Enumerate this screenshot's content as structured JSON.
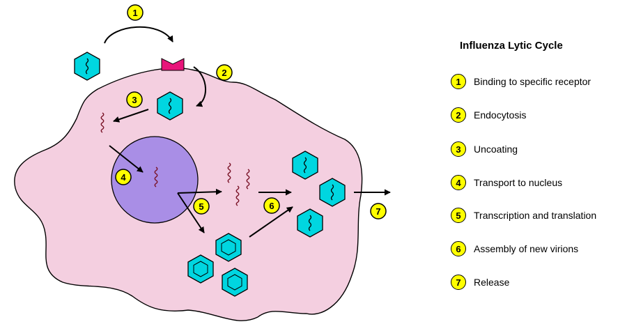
{
  "title": "Influenza Lytic Cycle",
  "steps": [
    {
      "number": "1",
      "label": "Binding to specific receptor"
    },
    {
      "number": "2",
      "label": "Endocytosis"
    },
    {
      "number": "3",
      "label": "Uncoating"
    },
    {
      "number": "4",
      "label": "Transport to nucleus"
    },
    {
      "number": "5",
      "label": "Transcription and translation"
    },
    {
      "number": "6",
      "label": "Assembly of new virions"
    },
    {
      "number": "7",
      "label": "Release"
    }
  ],
  "colors": {
    "cell": "#f4cfe0",
    "nucleus": "#a98ee6",
    "virion": "#00d6e0",
    "receptor": "#e8147a",
    "rna": "#7a1428",
    "badge": "#ffff00"
  }
}
